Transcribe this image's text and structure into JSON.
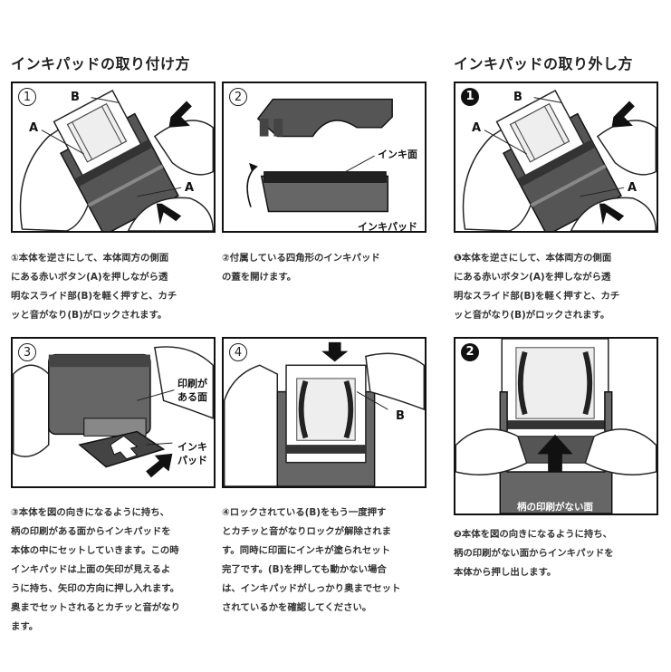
{
  "headings": {
    "attach": "インキパッドの取り付け方",
    "remove": "インキパッドの取り外し方"
  },
  "panels": {
    "p1": {
      "num": "1",
      "label_b": "B",
      "label_a1": "A",
      "label_a2": "A"
    },
    "p2": {
      "num": "2",
      "label_ink_face": "インキ面",
      "label_ink_pad": "インキパッド"
    },
    "p3": {
      "num": "3",
      "label_print_face": "印刷が\nある面",
      "label_ink_pad": "インキ\nパッド"
    },
    "p4": {
      "num": "4",
      "label_b": "B"
    },
    "r1": {
      "num": "1",
      "label_b": "B",
      "label_a1": "A",
      "label_a2": "A"
    },
    "r2": {
      "num": "2",
      "label_no_print": "柄の印刷がない面"
    }
  },
  "captions": {
    "c1": "①本体を逆さにして、本体両方の側面\nにある赤いボタン(A)を押しながら透\n明なスライド部(B)を軽く押すと、カチ\nッと音がなり(B)がロックされます。",
    "c2": "②付属している四角形のインキパッド\nの蓋を開けます。",
    "c3": "③本体を図の向きになるように持ち、\n柄の印刷がある面からインキパッドを\n本体の中にセットしていきます。この時\nインキパッドは上面の矢印が見えるよ\nうに持ち、矢印の方向に押し入れます。\n奥までセットされるとカチッと音がなり\nます。",
    "c4": "④ロックされている(B)をもう一度押す\nとカチッと音がなりロックが解除されま\nす。同時に印面にインキが塗られセット\n完了です。(B)を押しても動かない場合\nは、インキパッドがしっかり奥までセット\nされているかを確認してください。",
    "r1": "❶本体を逆さにして、本体両方の側面\nにある赤いボタン(A)を押しながら透\n明なスライド部(B)を軽く押すと、カチ\nッと音がなり(B)がロックされます。",
    "r2": "❷本体を図の向きになるように持ち、\n柄の印刷がない面からインキパッドを\n本体から押し出します。"
  }
}
